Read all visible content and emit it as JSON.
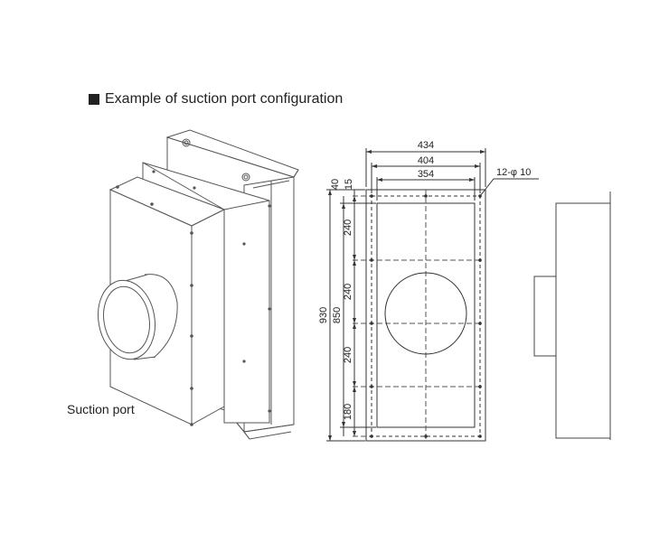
{
  "heading": {
    "marker": "■",
    "text": "Example of suction port configuration"
  },
  "iso_view": {
    "label": "Suction port"
  },
  "front_view": {
    "widths": [
      "434",
      "404",
      "354"
    ],
    "hole_note": "12-φ 10",
    "top_offsets": [
      "40",
      "15"
    ],
    "vertical_pitches": [
      "240",
      "240",
      "240",
      "180"
    ],
    "overall_heights": [
      "930",
      "850"
    ]
  }
}
